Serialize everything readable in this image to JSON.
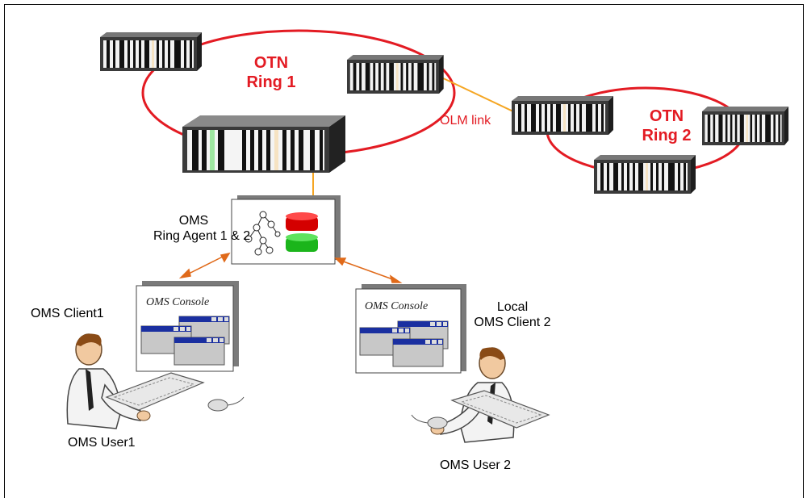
{
  "rings": {
    "ring1": {
      "line1": "OTN",
      "line2": "Ring 1"
    },
    "ring2": {
      "line1": "OTN",
      "line2": "Ring 2"
    },
    "color": "#e31b23"
  },
  "olm_link": {
    "label": "OLM link",
    "color": "#f5a623"
  },
  "agent": {
    "line1": "OMS",
    "line2": "Ring Agent 1 & 2"
  },
  "console1": {
    "title": "OMS Console"
  },
  "console2": {
    "title": "OMS Console"
  },
  "client1": {
    "label": "OMS Client1",
    "user": "OMS User1"
  },
  "client2": {
    "line1": "Local",
    "line2": "OMS Client 2",
    "user": "OMS User 2"
  },
  "colors": {
    "arrow": "#e06a1a",
    "agent_red": "#d40000",
    "agent_green": "#1bb51b"
  },
  "icons": [
    "network-element-icon",
    "topology-tree-icon",
    "database-icon",
    "operator-icon",
    "window-icon"
  ]
}
